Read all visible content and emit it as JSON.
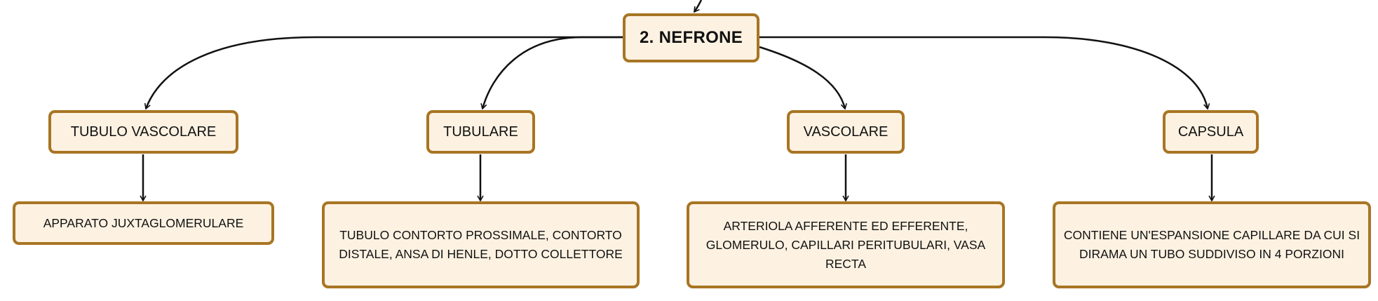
{
  "diagram": {
    "root": {
      "label": "2. NEFRONE"
    },
    "branches": [
      {
        "label": "TUBULO VASCOLARE",
        "detail": "APPARATO JUXTAGLOMERULARE"
      },
      {
        "label": "TUBULARE",
        "detail": "TUBULO CONTORTO PROSSIMALE, CONTORTO DISTALE, ANSA DI HENLE, DOTTO COLLETTORE"
      },
      {
        "label": "VASCOLARE",
        "detail": "ARTERIOLA AFFERENTE ED EFFERENTE, GLOMERULO, CAPILLARI PERITUBULARI, VASA RECTA"
      },
      {
        "label": "CAPSULA",
        "detail": "CONTIENE UN'ESPANSIONE CAPILLARE DA CUI SI DIRAMA UN TUBO SUDDIVISO IN 4 PORZIONI"
      }
    ],
    "colors": {
      "node_fill": "#fdf2e2",
      "node_border": "#a87524",
      "edge": "#111111"
    }
  }
}
